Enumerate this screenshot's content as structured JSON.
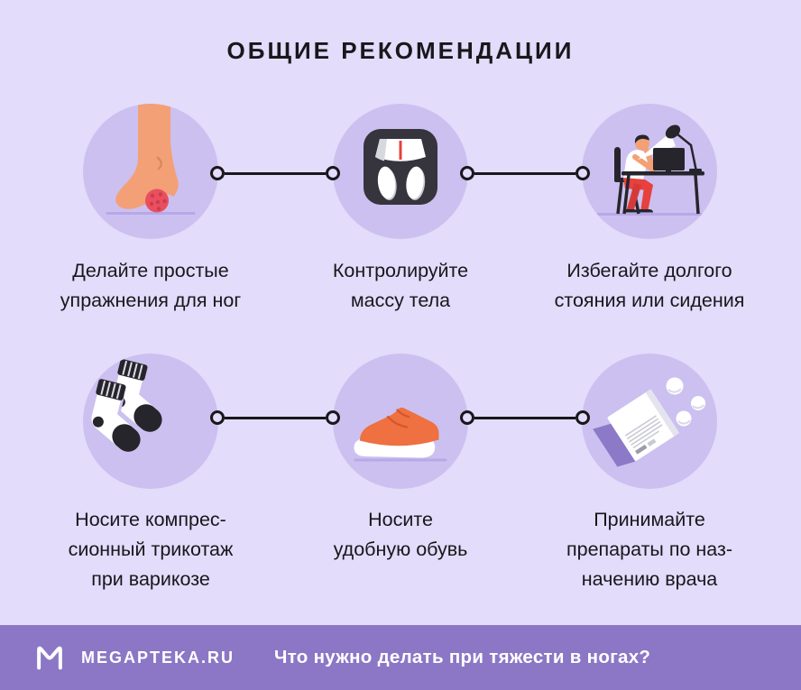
{
  "title": "ОБЩИЕ РЕКОМЕНДАЦИИ",
  "colors": {
    "background": "#E3DCFA",
    "circle_fill": "#CCC0F0",
    "ground_line": "#B7A8E8",
    "text": "#18171C",
    "footer_bar": "#8B77C5",
    "footer_text": "#FFFFFF",
    "accent_red": "#E8403C",
    "ball_red": "#E94F5F",
    "skin": "#F3A077",
    "shoe_orange": "#EF7040",
    "dark_gray": "#26252C",
    "box_purple": "#8C79C8"
  },
  "cards": [
    {
      "icon": "foot-on-massage-ball-icon",
      "caption": "Делайте простые\nупражнения для ног"
    },
    {
      "icon": "bathroom-scale-icon",
      "caption": "Контролируйте\nмассу тела"
    },
    {
      "icon": "person-sitting-at-desk-icon",
      "caption": "Избегайте долгого\nстояния или сидения"
    },
    {
      "icon": "compression-socks-icon",
      "caption": "Носите компрес-\nсионный трикотаж\nпри варикозе"
    },
    {
      "icon": "comfortable-shoe-icon",
      "caption": "Носите\nудобную обувь"
    },
    {
      "icon": "medicine-box-pills-icon",
      "caption": "Принимайте\nпрепараты по наз-\nначению врача"
    }
  ],
  "footer": {
    "brand": "MEGAPTEKA.RU",
    "question": "Что нужно делать при тяжести в ногах?"
  }
}
